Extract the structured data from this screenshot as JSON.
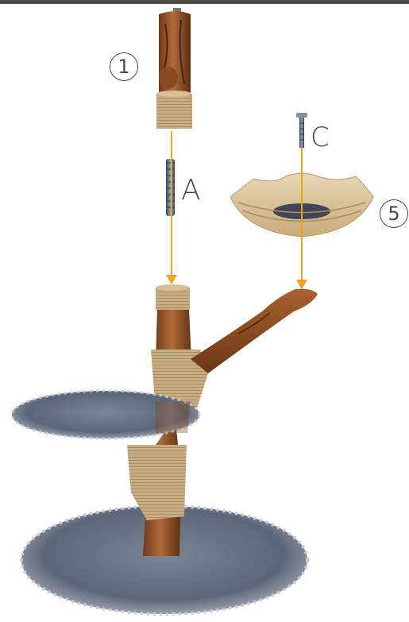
{
  "top_bar_color": "#4d4a48",
  "arrow_color": "#f0a21c",
  "labels": {
    "step_top": "1",
    "step_bed": "5",
    "bolt_a": "A",
    "screw_c": "C"
  },
  "icons": [
    "bolt-a-icon",
    "screw-c-icon"
  ]
}
